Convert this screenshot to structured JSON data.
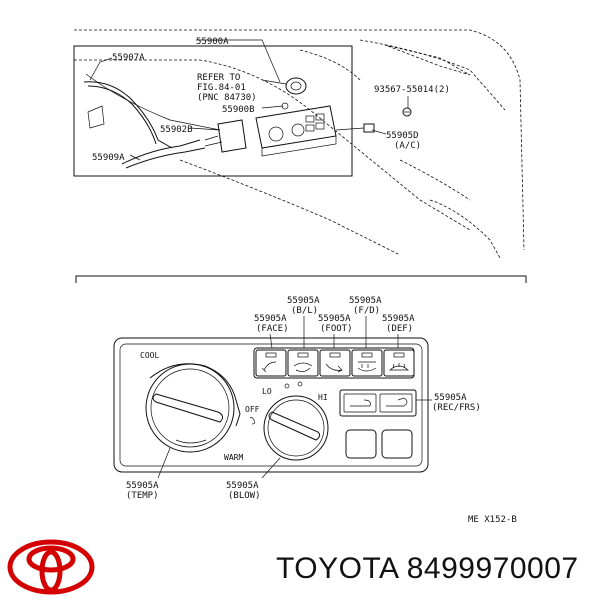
{
  "upper": {
    "labels": {
      "p55900A": "55900A",
      "p55907A": "55907A",
      "refer1": "REFER TO",
      "refer2": "FIG.84-01",
      "refer3": "(PNC 84730)",
      "p55900B": "55900B",
      "p93567": "93567-55014(2)",
      "p55902B": "55902B",
      "p55905D": "55905D",
      "ac": "(A/C)",
      "p55909A": "55909A"
    }
  },
  "lower": {
    "labels": {
      "bl1": "55905A",
      "bl2": "(B/L)",
      "fd1": "55905A",
      "fd2": "(F/D)",
      "face1": "55905A",
      "face2": "(FACE)",
      "foot1": "55905A",
      "foot2": "(FOOT)",
      "def1": "55905A",
      "def2": "(DEF)",
      "cool": "COOL",
      "warm": "WARM",
      "lo": "LO",
      "hi": "HI",
      "off": "OFF",
      "rec1": "55905A",
      "rec2": "(REC/FRS)",
      "temp1": "55905A",
      "temp2": "(TEMP)",
      "blow1": "55905A",
      "blow2": "(BLOW)",
      "code": "ME  X152-B"
    }
  },
  "brand": {
    "text": "TOYOTA 8499970007",
    "logo_icon": "toyota-logo-icon",
    "logo_color": "#d40000"
  }
}
